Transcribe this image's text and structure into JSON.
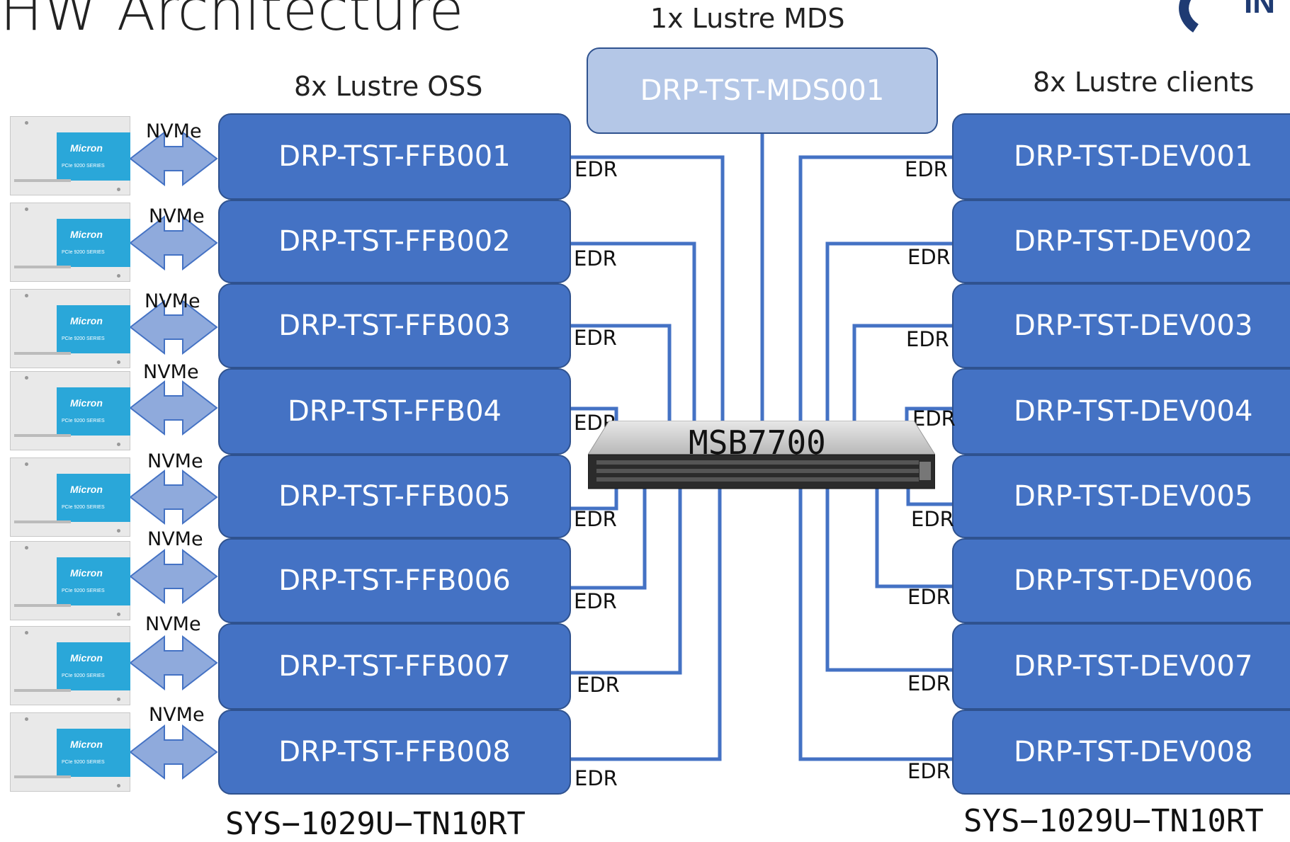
{
  "title": "HW Architecture",
  "mds": {
    "header": "1x Lustre MDS",
    "name": "DRP-TST-MDS001"
  },
  "oss": {
    "header": "8x  Lustre OSS",
    "model": "SYS−1029U−TN10RT",
    "nodes": [
      "DRP-TST-FFB001",
      "DRP-TST-FFB002",
      "DRP-TST-FFB003",
      "DRP-TST-FFB04",
      "DRP-TST-FFB005",
      "DRP-TST-FFB006",
      "DRP-TST-FFB007",
      "DRP-TST-FFB008"
    ]
  },
  "clients": {
    "header": "8x Lustre clients",
    "model": "SYS−1029U−TN10RT",
    "nodes": [
      "DRP-TST-DEV001",
      "DRP-TST-DEV002",
      "DRP-TST-DEV003",
      "DRP-TST-DEV004",
      "DRP-TST-DEV005",
      "DRP-TST-DEV006",
      "DRP-TST-DEV007",
      "DRP-TST-DEV008"
    ]
  },
  "switch": {
    "name": "MSB7700"
  },
  "link_labels": {
    "storage": "NVMe",
    "network": "EDR"
  },
  "ssd": {
    "brand": "Micron",
    "series": "PCIe 9200 SERIES"
  },
  "colors": {
    "node_fill": "#4472c4",
    "node_border": "#2f528f",
    "mds_fill": "#b4c7e7",
    "arrow_fill": "#8faadc",
    "cable": "#4472c4"
  }
}
